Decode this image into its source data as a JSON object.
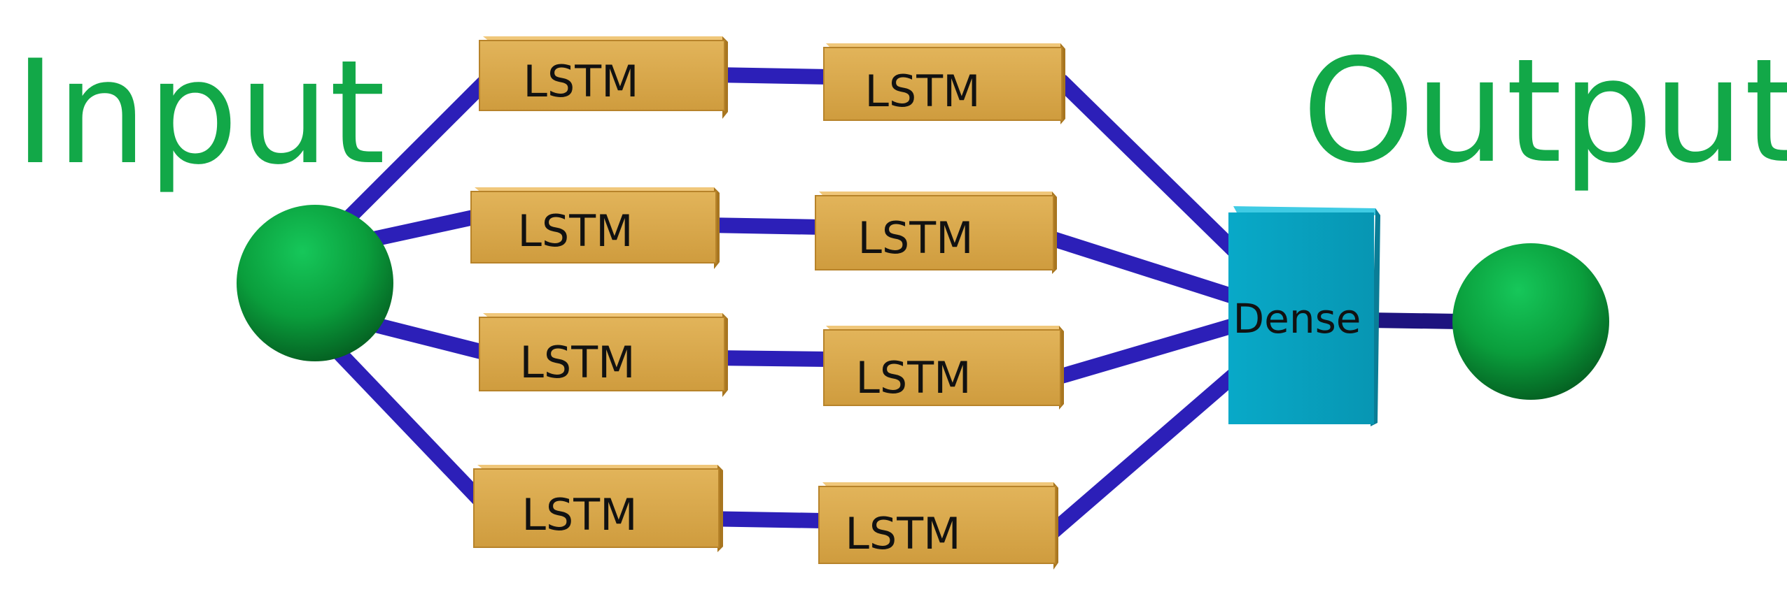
{
  "input_label": "Input",
  "output_label": "Output",
  "lstm_label": "LSTM",
  "dense_label": "Dense",
  "colors": {
    "label_green": "#12a848",
    "connector": "#2c1fb8",
    "lstm_front": "#d9a84a",
    "lstm_top": "#eec476",
    "lstm_side": "#b07f27",
    "dense_front": "#0aa5c3",
    "dense_top": "#39c6e0",
    "dense_side": "#0a7f98",
    "node": "#0a9e3c"
  },
  "rows": [
    {
      "cells": [
        "LSTM",
        "LSTM"
      ]
    },
    {
      "cells": [
        "LSTM",
        "LSTM"
      ]
    },
    {
      "cells": [
        "LSTM",
        "LSTM"
      ]
    },
    {
      "cells": [
        "LSTM",
        "LSTM"
      ]
    }
  ]
}
